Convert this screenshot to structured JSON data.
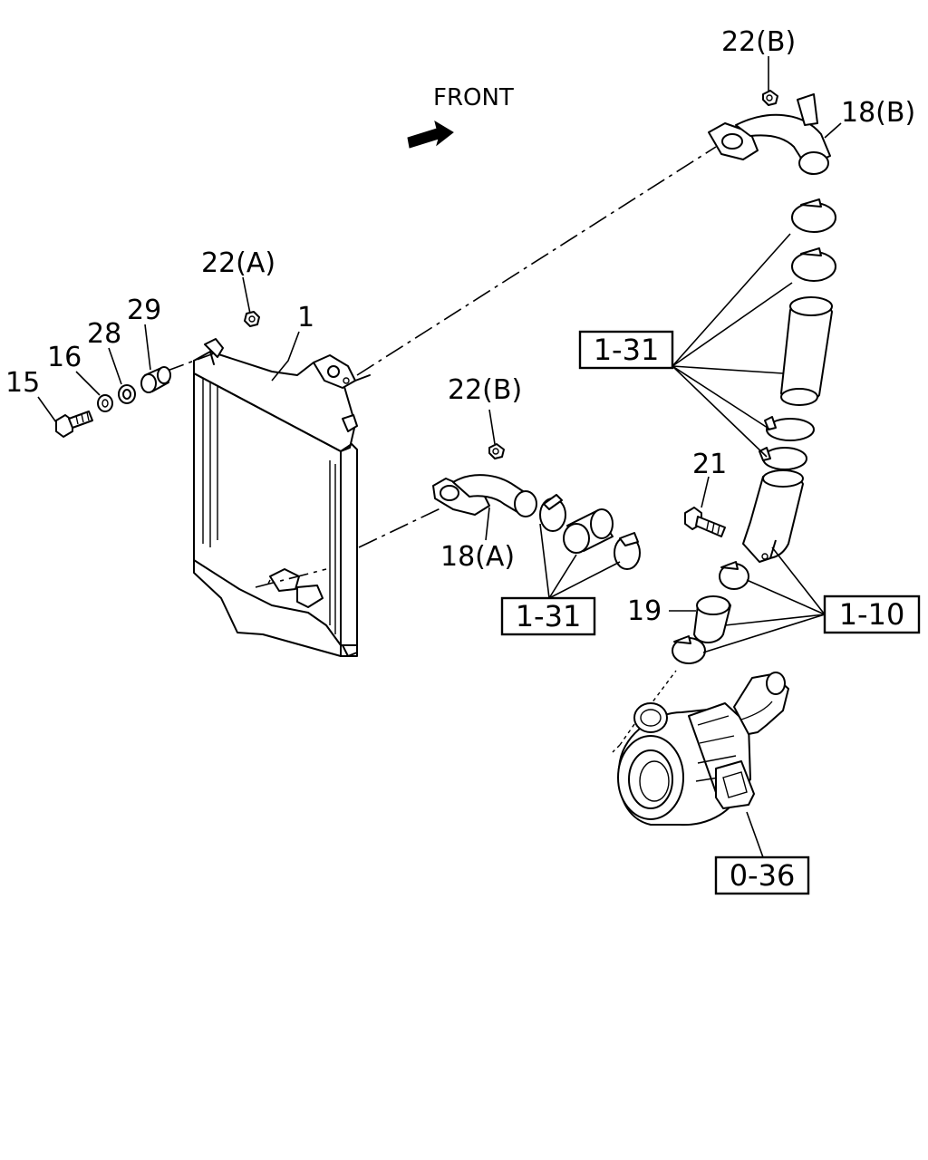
{
  "direction_label": "FRONT",
  "callouts": {
    "c1": "1",
    "c15": "15",
    "c16": "16",
    "c19": "19",
    "c21": "21",
    "c22a": "22(A)",
    "c22b_top": "22(B)",
    "c22b_mid": "22(B)",
    "c28": "28",
    "c29": "29",
    "c18a": "18(A)",
    "c18b": "18(B)"
  },
  "references": {
    "r131_upper": "1-31",
    "r131_lower": "1-31",
    "r110": "1-10",
    "r036": "0-36"
  }
}
